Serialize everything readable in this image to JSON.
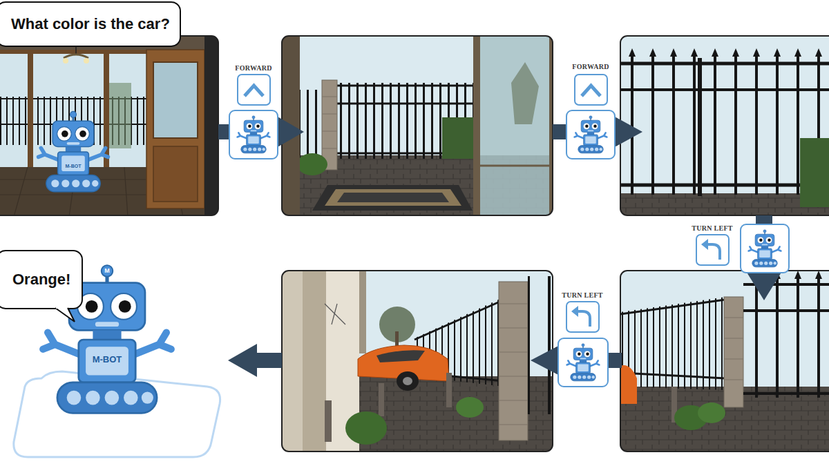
{
  "diagram": {
    "nodes": [
      {
        "text": [
          "What color is the car?"
        ]
      },
      {
        "text": [
          "Orange!"
        ]
      }
    ],
    "labels": [
      "FORWARD",
      "FORWARD",
      "TURN LEFT",
      "TURN LEFT",
      "M-BOT",
      "M-BOT",
      "M"
    ]
  }
}
